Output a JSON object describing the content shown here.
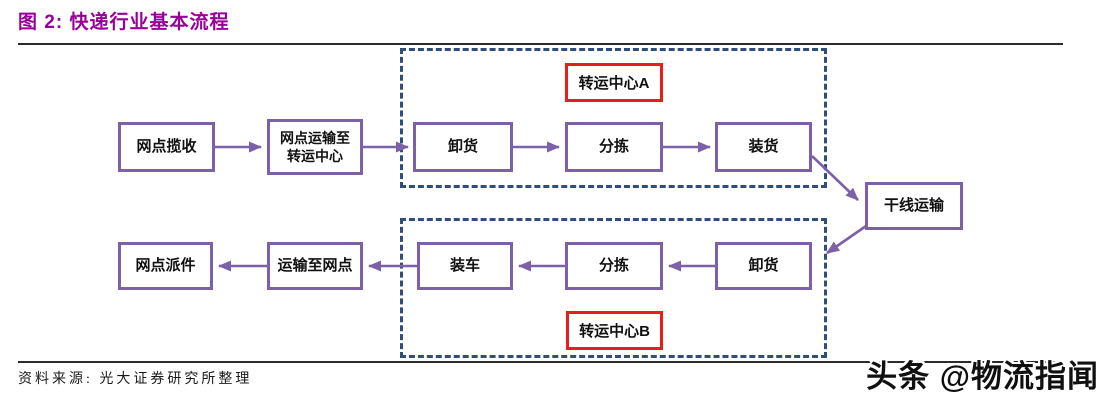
{
  "title": "图 2: 快递行业基本流程",
  "hubs": {
    "a": "转运中心A",
    "b": "转运中心B"
  },
  "nodes": {
    "pickup": "网点揽收",
    "to_hub": "网点运输至转运中心",
    "unload_a": "卸货",
    "sort_a": "分拣",
    "load_a": "装货",
    "trunk": "干线运输",
    "unload_b": "卸货",
    "sort_b": "分拣",
    "load_b": "装车",
    "to_outlet": "运输至网点",
    "delivery": "网点派件"
  },
  "source_note": "资料来源: 光大证券研究所整理",
  "watermark": "头条 @物流指闻",
  "colors": {
    "title": "#990099",
    "node_border": "#7C60A8",
    "arrow": "#7C60A8",
    "dashed_border": "#2F4E7C",
    "hub_label_border": "#ED1C1C",
    "rule": "#2B2B2B"
  }
}
